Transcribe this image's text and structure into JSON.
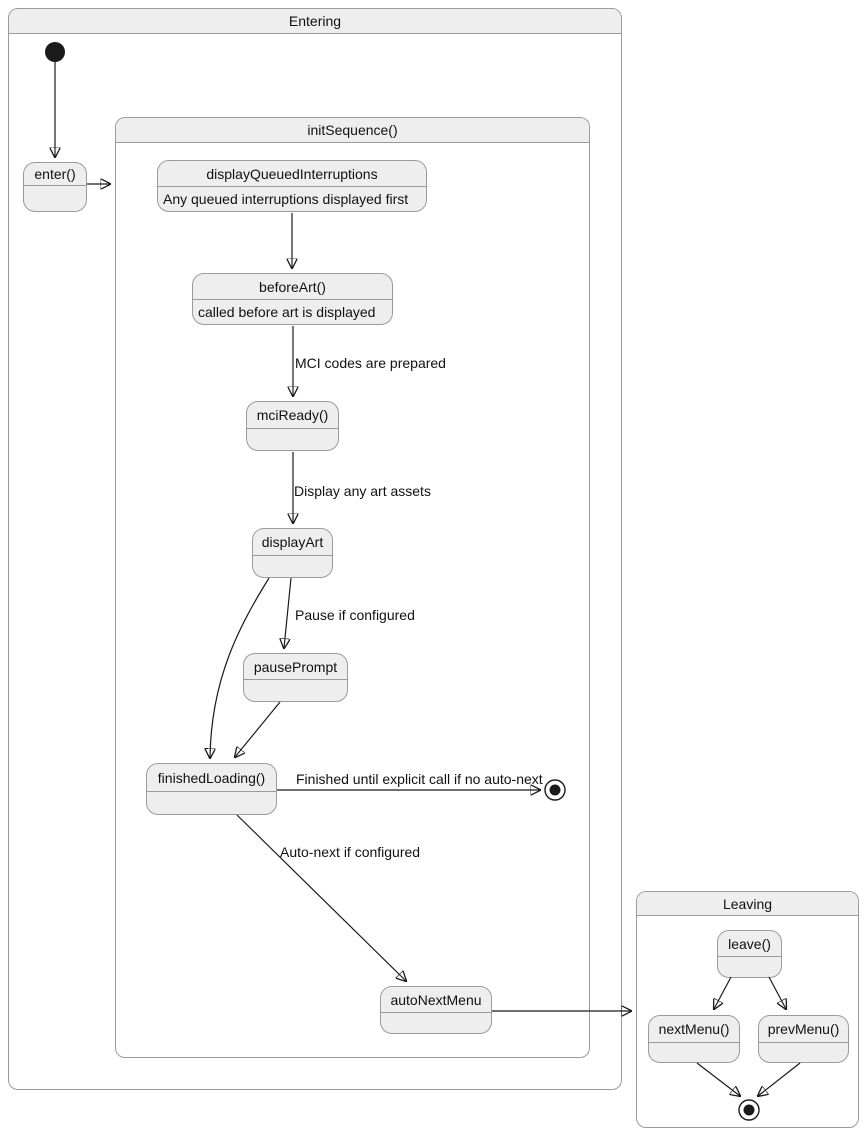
{
  "containers": {
    "entering": {
      "title": "Entering"
    },
    "init_sequence": {
      "title": "initSequence()"
    },
    "leaving": {
      "title": "Leaving"
    }
  },
  "states": {
    "enter": {
      "label": "enter()"
    },
    "display_queued_interruptions": {
      "label": "displayQueuedInterruptions",
      "description": "Any queued interruptions displayed first"
    },
    "before_art": {
      "label": "beforeArt()",
      "description": "called before art is displayed"
    },
    "mci_ready": {
      "label": "mciReady()"
    },
    "display_art": {
      "label": "displayArt"
    },
    "pause_prompt": {
      "label": "pausePrompt"
    },
    "finished_loading": {
      "label": "finishedLoading()"
    },
    "auto_next_menu": {
      "label": "autoNextMenu"
    },
    "leave": {
      "label": "leave()"
    },
    "next_menu": {
      "label": "nextMenu()"
    },
    "prev_menu": {
      "label": "prevMenu()"
    }
  },
  "edge_labels": {
    "mci_codes": "MCI codes are prepared",
    "display_art": "Display any art assets",
    "pause": "Pause if configured",
    "finished": "Finished until explicit call if no auto-next",
    "auto_next": "Auto-next if configured"
  },
  "colors": {
    "state_fill": "#eeeeee",
    "border": "#9b9b9b",
    "arrow": "#1a1a1a",
    "text": "#111111",
    "background": "#ffffff"
  }
}
